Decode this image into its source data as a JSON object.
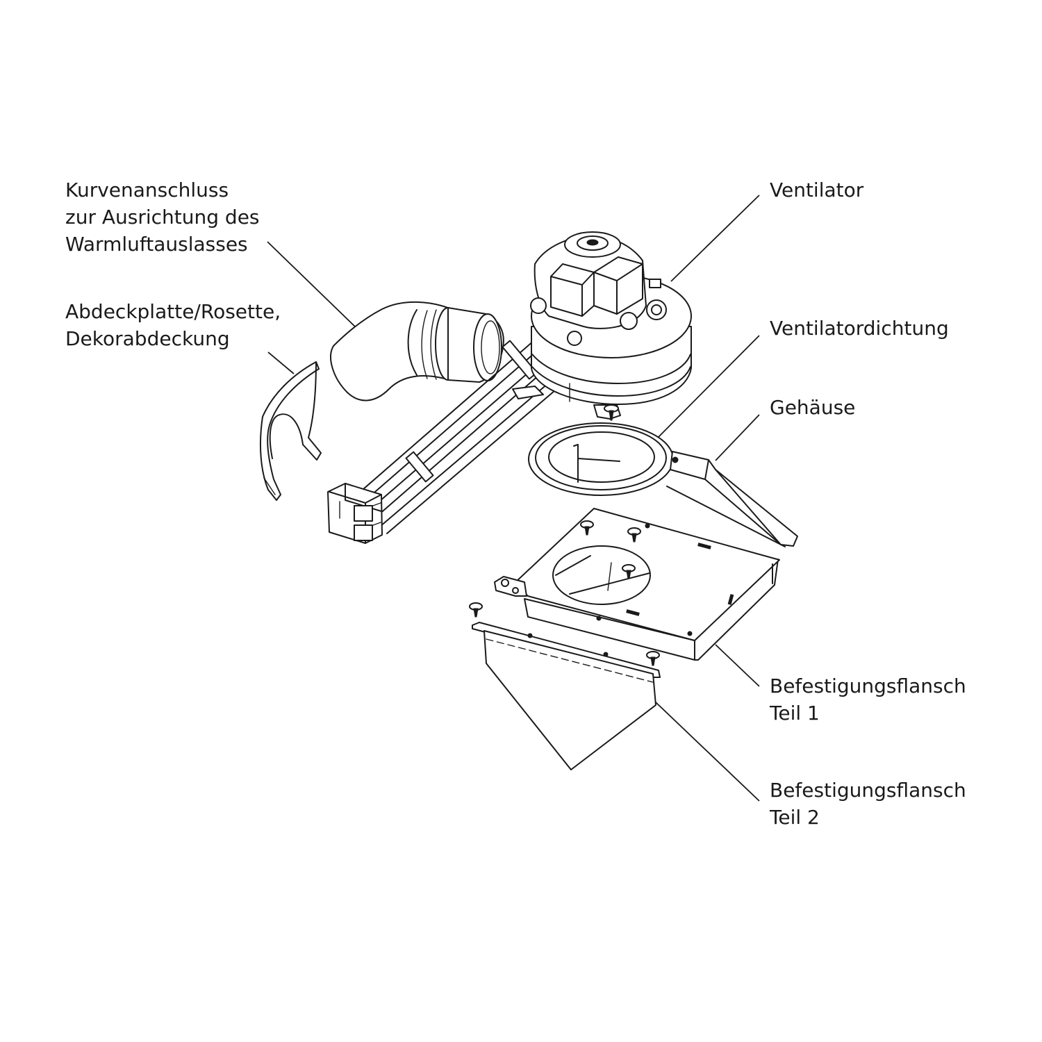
{
  "colors": {
    "line": "#1a1a1a",
    "background": "#ffffff"
  },
  "labels": {
    "kurvenanschluss": [
      "Kurvenanschluss",
      "zur Ausrichtung des",
      "Warmluftauslasses"
    ],
    "abdeckplatte": [
      "Abdeckplatte/Rosette,",
      "Dekorabdeckung"
    ],
    "ventilator": [
      "Ventilator"
    ],
    "ventilatordichtung": [
      "Ventilatordichtung"
    ],
    "gehaeuse": [
      "Gehäuse"
    ],
    "flansch1": [
      "Befestigungsflansch",
      "Teil 1"
    ],
    "flansch2": [
      "Befestigungsflansch",
      "Teil 2"
    ]
  }
}
